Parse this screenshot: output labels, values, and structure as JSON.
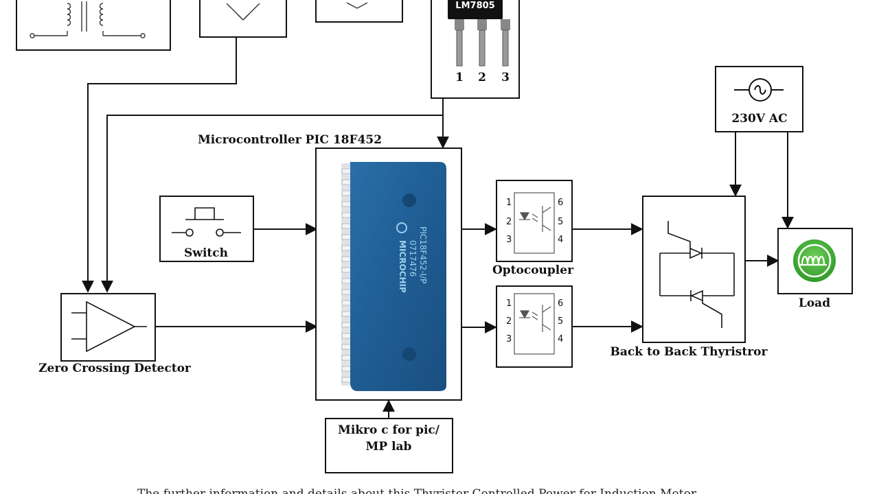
{
  "regulator": {
    "name": "LM7805",
    "pins": [
      "1",
      "2",
      "3"
    ]
  },
  "microcontroller": {
    "title": "Microcontroller PIC 18F452",
    "chip_marking": [
      "PIC18F452-I/P",
      "0717476",
      "MICROCHIP"
    ]
  },
  "switch_block": {
    "label": "Switch"
  },
  "zcd_block": {
    "label": "Zero Crossing Detector"
  },
  "optocoupler_block": {
    "label": "Optocoupler",
    "pins": [
      "1",
      "2",
      "3",
      "4",
      "5",
      "6"
    ]
  },
  "thyristor_block": {
    "label": "Back to Back Thyristror"
  },
  "ac_source": {
    "label": "230V AC"
  },
  "load_block": {
    "label": "Load"
  },
  "software_block": {
    "lines": [
      "Mikro c for pic/",
      "MP lab"
    ]
  },
  "caption": "The further information and details about this Thyristor Controlled Power for Induction Motor"
}
